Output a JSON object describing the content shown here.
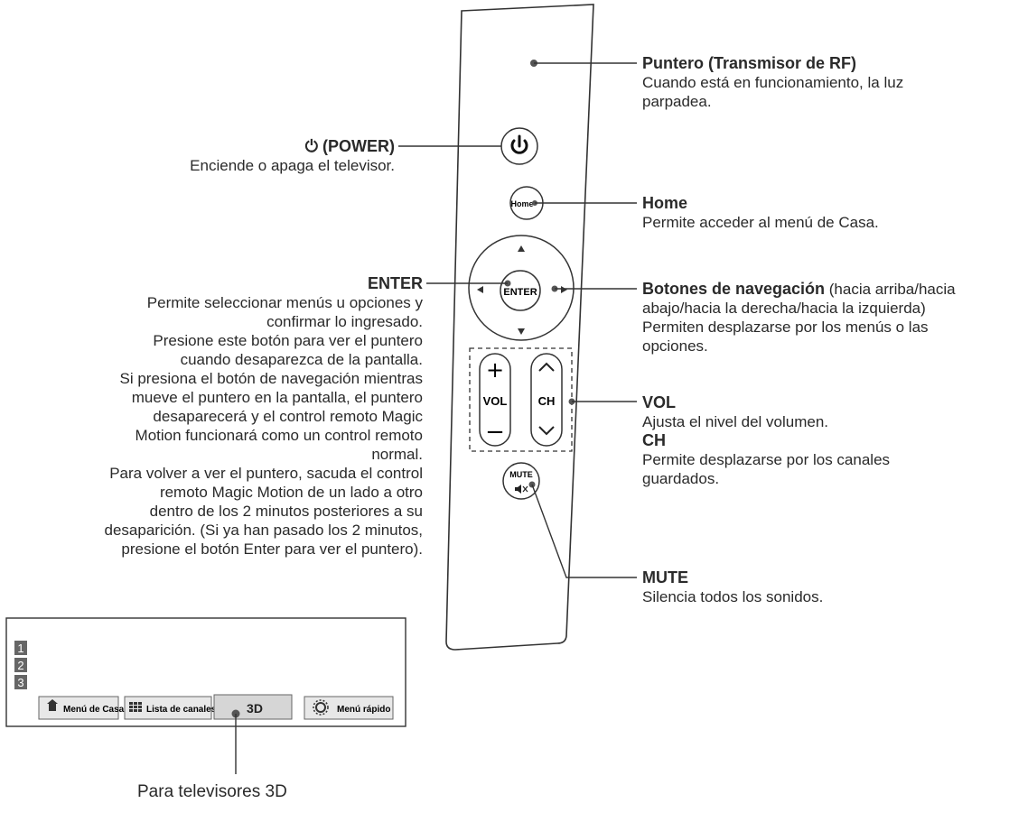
{
  "remote": {
    "home_label": "Home",
    "enter_label": "ENTER",
    "vol_label": "VOL",
    "ch_label": "CH",
    "mute_label": "MUTE",
    "plus_symbol": "+",
    "minus_symbol": "−"
  },
  "callouts": {
    "pointer": {
      "title": "Puntero (Transmisor de RF)",
      "desc": [
        "Cuando está en funcionamiento, la luz",
        "parpadea."
      ]
    },
    "power": {
      "title": "(POWER)",
      "desc": [
        "Enciende o apaga el televisor."
      ]
    },
    "home": {
      "title": "Home",
      "desc": [
        "Permite acceder al menú de Casa."
      ]
    },
    "enter": {
      "title": "ENTER",
      "desc": [
        "Permite seleccionar menús u opciones y",
        "confirmar lo ingresado.",
        "Presione este botón para ver el puntero",
        "cuando desaparezca de la pantalla.",
        "Si presiona el botón de navegación mientras",
        "mueve el puntero en la pantalla, el puntero",
        "desaparecerá y el control remoto Magic",
        "Motion funcionará como un control remoto",
        "normal.",
        "Para volver a ver el puntero, sacuda el control",
        "remoto Magic Motion de un lado a otro",
        "dentro de los 2 minutos posteriores a su",
        "desaparición. (Si ya han pasado los 2 minutos,",
        "presione el botón Enter para ver el puntero)."
      ]
    },
    "navigation": {
      "title": "Botones de navegación",
      "title_suffix": " (hacia arriba/hacia",
      "desc": [
        "abajo/hacia la derecha/hacia la izquierda)",
        "Permiten desplazarse por los menús o las",
        "opciones."
      ]
    },
    "vol": {
      "title": "VOL",
      "desc": [
        "Ajusta el nivel del volumen."
      ]
    },
    "ch": {
      "title": "CH",
      "desc": [
        "Permite desplazarse por los canales",
        "guardados."
      ]
    },
    "mute": {
      "title": "MUTE",
      "desc": [
        "Silencia todos los sonidos."
      ]
    }
  },
  "screen": {
    "numbers": [
      "1",
      "2",
      "3"
    ],
    "buttons": [
      "Menú de Casa",
      "Lista de canales",
      "3D",
      "Menú rápido"
    ],
    "caption": "Para televisores 3D"
  }
}
